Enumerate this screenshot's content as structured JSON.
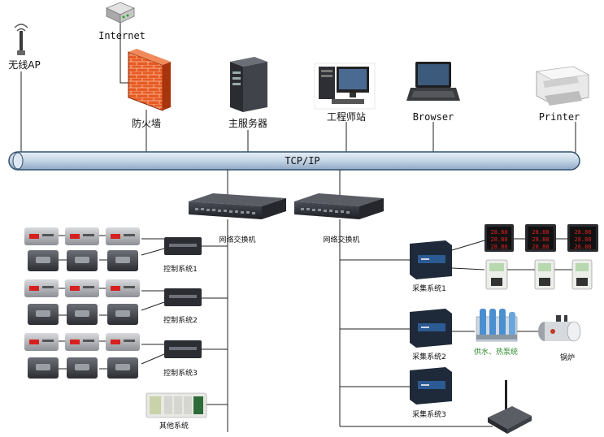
{
  "network": {
    "bus_label": "TCP/IP",
    "top_nodes": {
      "wireless_ap": "无线AP",
      "internet": "Internet",
      "firewall": "防火墙",
      "main_server": "主服务器",
      "engineer_station": "工程师站",
      "browser": "Browser",
      "printer": "Printer"
    },
    "switches": {
      "left": "网络交换机",
      "right": "网络交换机"
    },
    "control_systems": [
      "控制系统1",
      "控制系统2",
      "控制系统3"
    ],
    "other_system": "其他系统",
    "acquisition_systems": [
      "采集系统1",
      "采集系统2",
      "采集系统3"
    ],
    "equipment": {
      "water_pump": "供水、热泵统",
      "boiler": "锅炉"
    },
    "meter_readouts": [
      "28.88",
      "28.88",
      "28.88"
    ],
    "colors": {
      "bus_fill": "#c9d9ea",
      "bus_stroke": "#33506e",
      "firewall": "#e04a1c",
      "switch_body": "#2a2d33",
      "meter_red": "#e02020",
      "lcd_green": "#b8d8b0",
      "water_label": "#2d8a2d"
    }
  }
}
